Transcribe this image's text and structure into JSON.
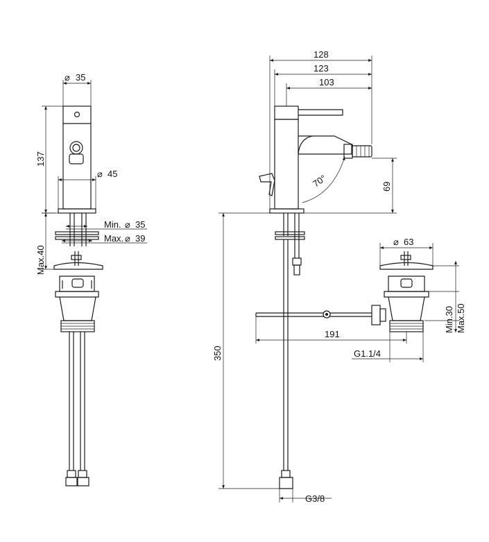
{
  "dimensions": {
    "front": {
      "body_diameter": "35",
      "height": "137",
      "base_diameter": "45",
      "min_hole": "Min.",
      "min_hole_value": "35",
      "max_hole": "Max.",
      "max_hole_value": "39",
      "max_thickness": "Max.40"
    },
    "side": {
      "width_total": "128",
      "width_mid": "123",
      "spout_length": "103",
      "angle": "70°",
      "spout_height": "69",
      "hose_length": "350",
      "rod_length": "191",
      "waste_diameter": "63",
      "waste_min": "Min.30",
      "waste_max": "Max.50",
      "waste_thread": "G1.1/4",
      "hose_thread": "G3/8"
    },
    "diameter_symbol": "⌀"
  }
}
